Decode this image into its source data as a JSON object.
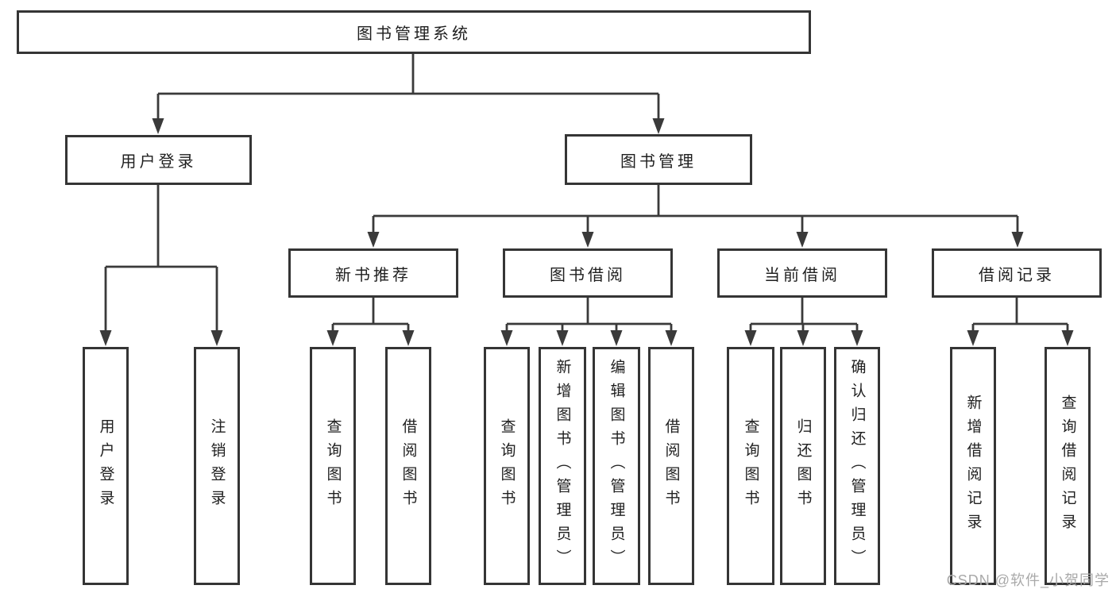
{
  "diagram_title": "图书管理系统",
  "tree": {
    "label": "图书管理系统",
    "children": [
      {
        "label": "用户登录",
        "children": [
          {
            "label": "用户登录"
          },
          {
            "label": "注销登录"
          }
        ]
      },
      {
        "label": "图书管理",
        "children": [
          {
            "label": "新书推荐",
            "children": [
              {
                "label": "查询图书"
              },
              {
                "label": "借阅图书"
              }
            ]
          },
          {
            "label": "图书借阅",
            "children": [
              {
                "label": "查询图书"
              },
              {
                "label": "新增图书（管理员）"
              },
              {
                "label": "编辑图书（管理员）"
              },
              {
                "label": "借阅图书"
              }
            ]
          },
          {
            "label": "当前借阅",
            "children": [
              {
                "label": "查询图书"
              },
              {
                "label": "归还图书"
              },
              {
                "label": "确认归还（管理员）"
              }
            ]
          },
          {
            "label": "借阅记录",
            "children": [
              {
                "label": "新增借阅记录"
              },
              {
                "label": "查询借阅记录"
              }
            ]
          }
        ]
      }
    ]
  },
  "watermark": "CSDN @软件_小贺同学",
  "colors": {
    "line": "#3a3a3a",
    "text": "#1f1f1f",
    "watermark": "#a9a9a9",
    "background": "#ffffff"
  }
}
